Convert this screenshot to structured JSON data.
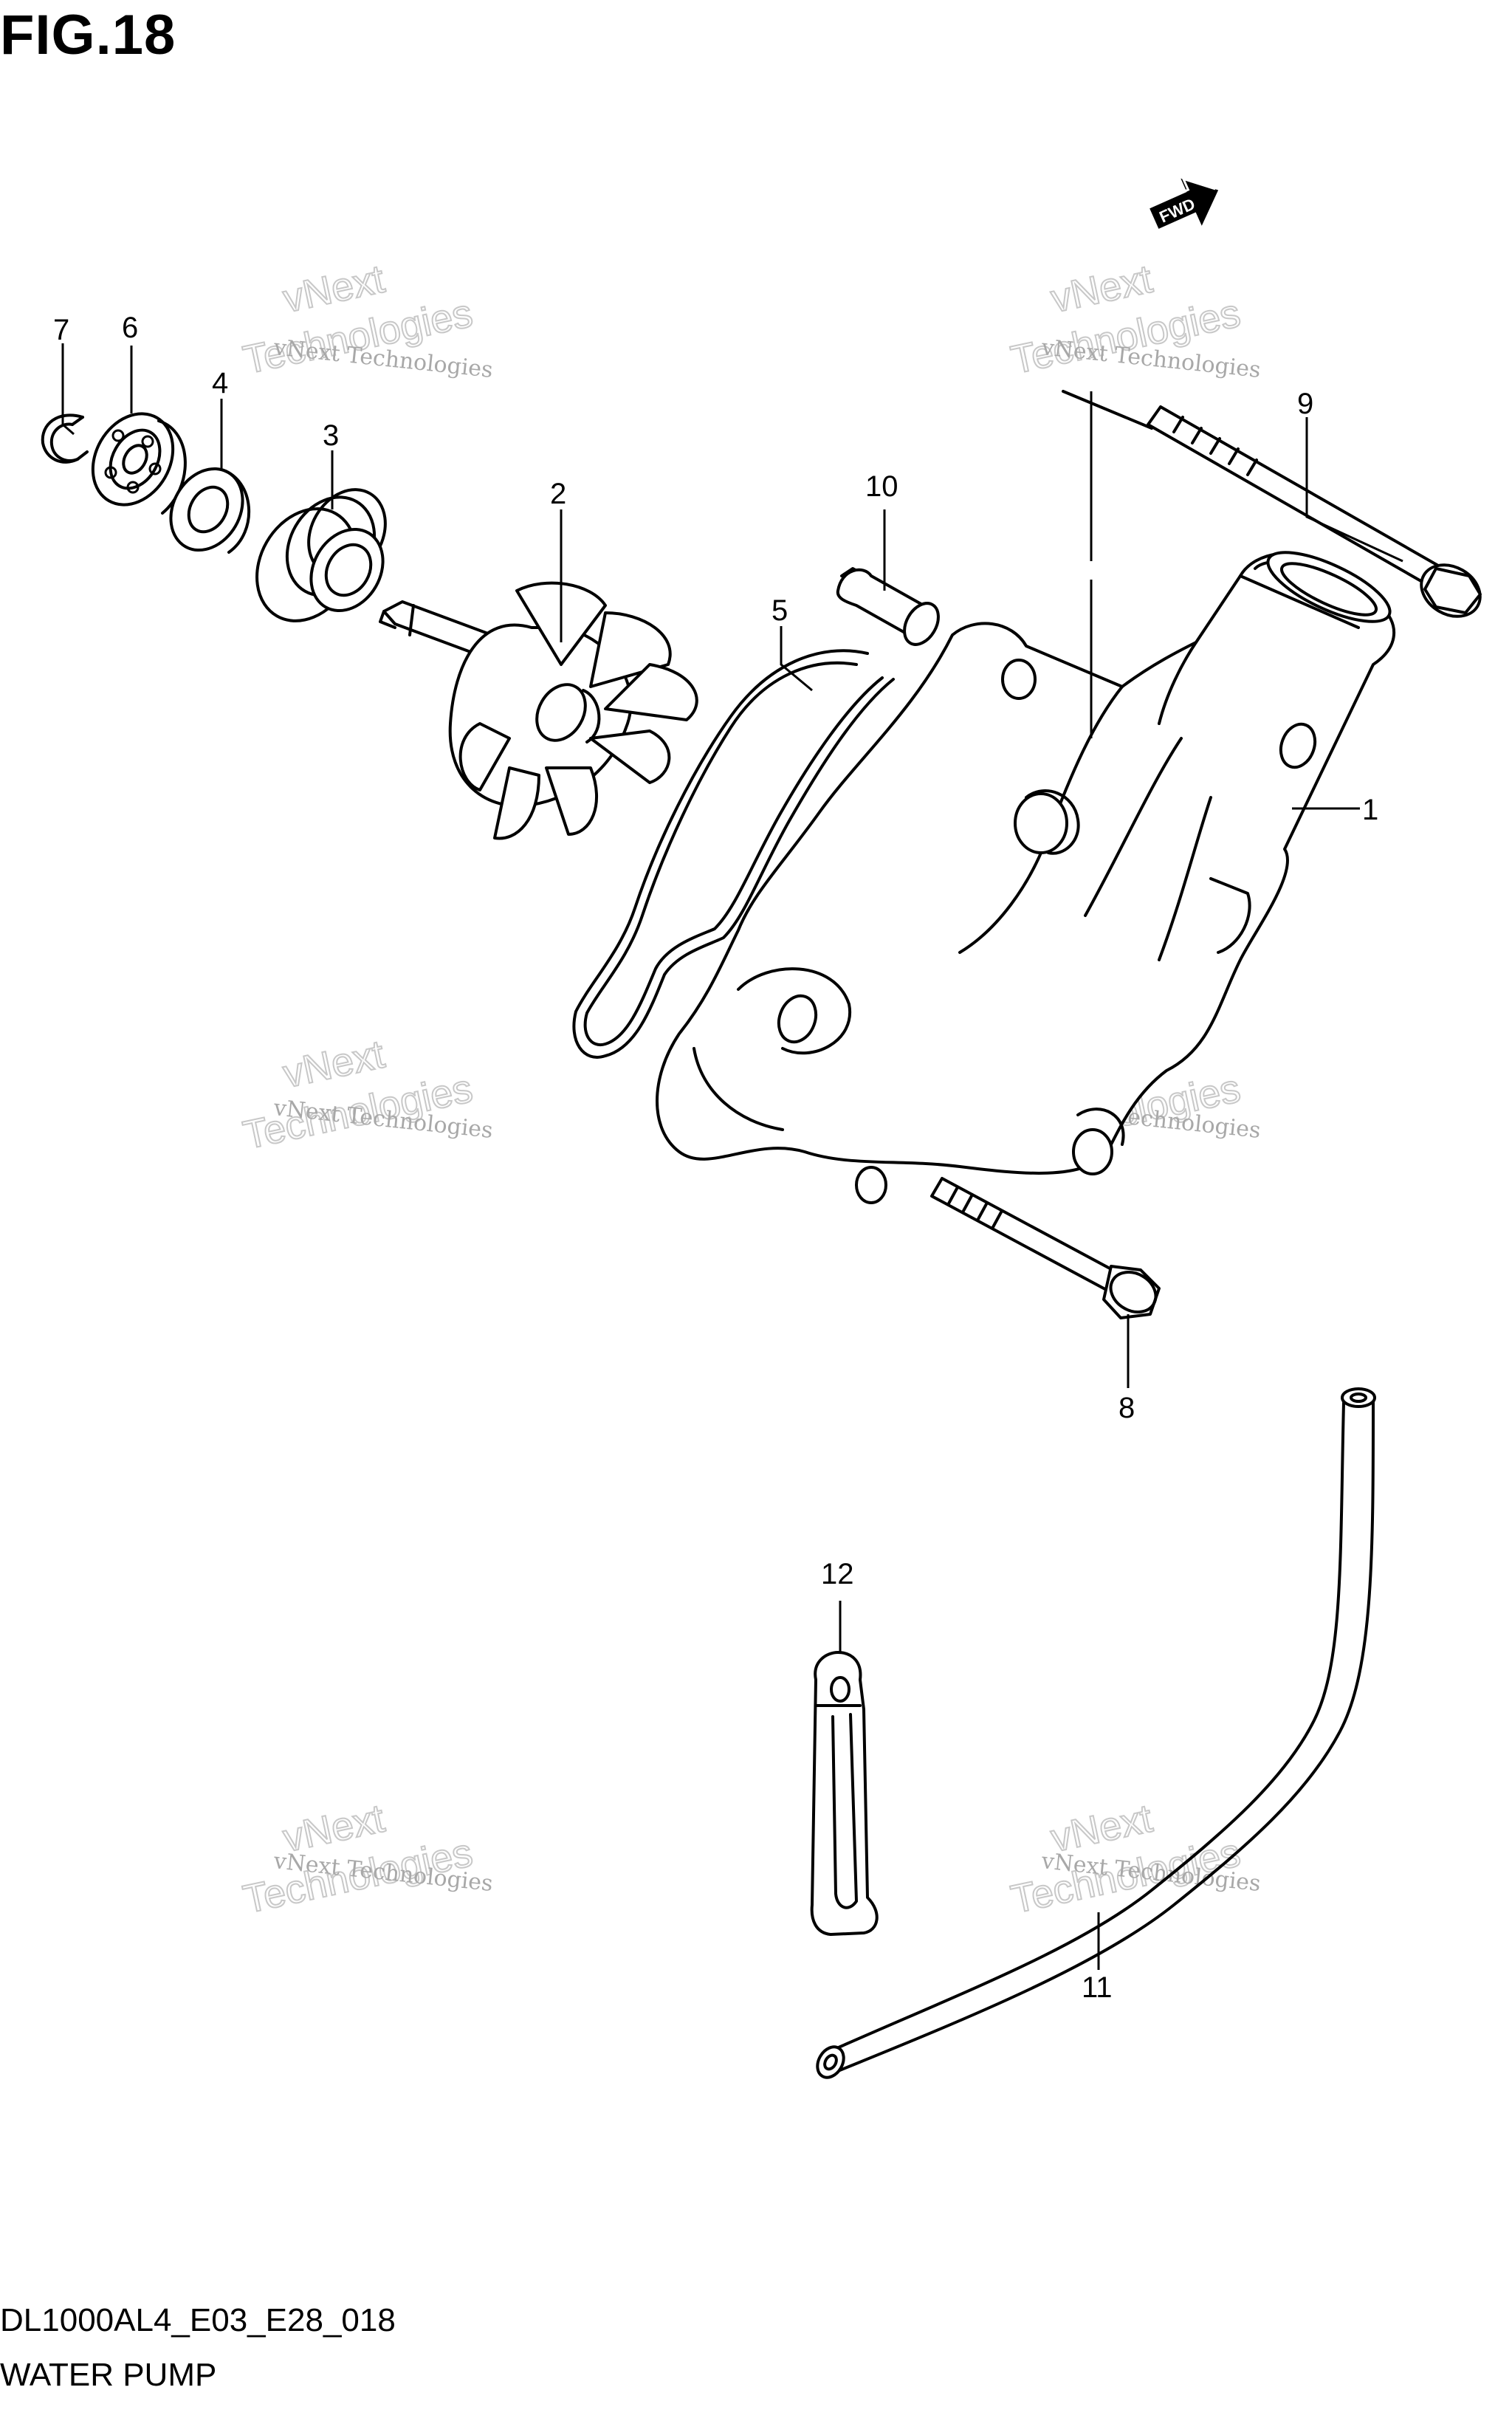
{
  "figure": {
    "title": "FIG.18",
    "model_code": "DL1000AL4_E03_E28_018",
    "name": "WATER PUMP"
  },
  "fwd_label": "FWD",
  "callouts": [
    "1",
    "2",
    "3",
    "4",
    "5",
    "6",
    "7",
    "8",
    "9",
    "10",
    "11",
    "12"
  ],
  "watermark": {
    "line": "vNext Technologies",
    "top": "vNext",
    "bottom": "Technologies"
  }
}
